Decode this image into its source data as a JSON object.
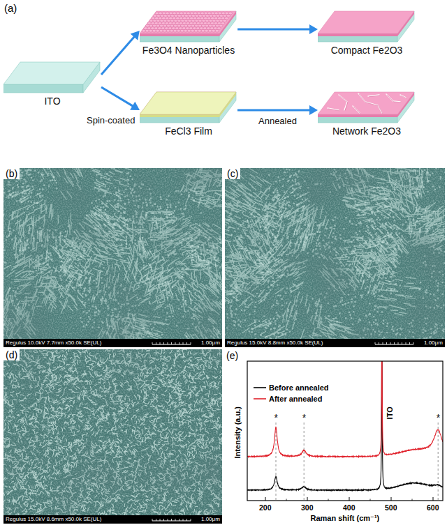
{
  "diagram": {
    "nodes": [
      {
        "text": [
          "ITO"
        ]
      },
      {
        "text": [
          "Fe3O4 Nanoparticles"
        ]
      },
      {
        "text": [
          "Compact Fe2O3"
        ]
      },
      {
        "text": [
          "FeCl3 Film"
        ]
      },
      {
        "text": [
          "Network Fe2O3"
        ]
      }
    ],
    "edges": [
      {
        "from": 0,
        "to": 1,
        "arrow": "to"
      },
      {
        "from": 1,
        "to": 2,
        "arrow": "to"
      },
      {
        "from": 0,
        "to": 3,
        "label": "Spin-coated",
        "arrow": "to"
      },
      {
        "from": 3,
        "to": 4,
        "label": "Annealed",
        "arrow": "to"
      }
    ],
    "labels": [
      "(a)",
      "(b)",
      "Regulus 10.0kV 7.7mm x50.0k SE(UL)",
      "1.00μm",
      "(c)",
      "Regulus 15.0kV 8.8mm x50.0k SE(UL)",
      "1.00μm",
      "(d)",
      "Regulus 15.0kV 8.6mm x50.0k SE(UL)",
      "1.00μm",
      "(e)",
      "Intensity (a.u.)",
      "Raman shift (cm⁻¹)",
      "200",
      "300",
      "400",
      "500",
      "600",
      "*",
      "*",
      "*",
      "ITO"
    ],
    "legend": [
      {
        "text": "Before annealed"
      },
      {
        "text": "After annealed"
      }
    ]
  }
}
